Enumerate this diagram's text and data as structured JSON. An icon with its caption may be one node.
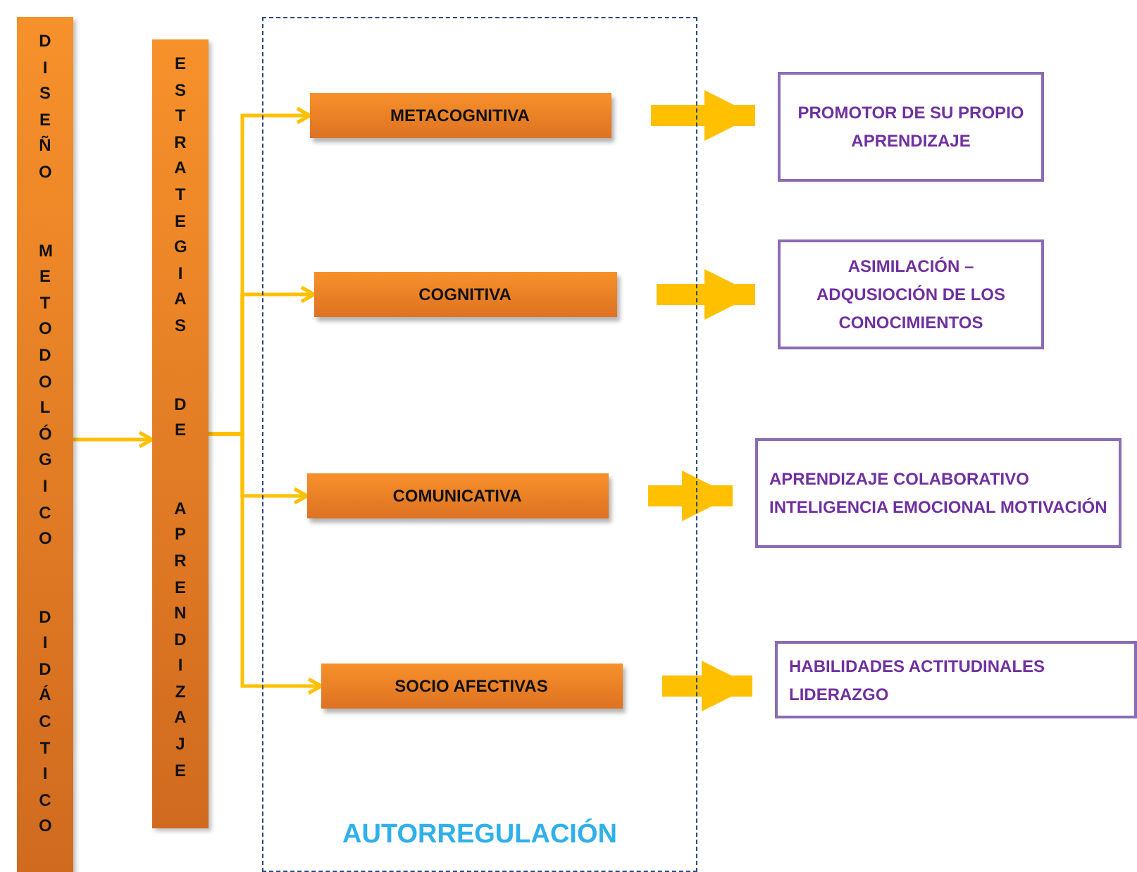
{
  "diagram": {
    "nodes": [
      {
        "text": [
          "DISEÑO METODOLÓGICO DIDÁCTICO"
        ]
      },
      {
        "text": [
          "ESTRATEGIAS DE APRENDIZAJE"
        ]
      },
      {
        "text": [
          "AUTORREGULACIÓN"
        ]
      },
      {
        "text": [
          "METACOGNITIVA"
        ],
        "in": 2
      },
      {
        "text": [
          "COGNITIVA"
        ],
        "in": 2
      },
      {
        "text": [
          "COMUNICATIVA"
        ],
        "in": 2
      },
      {
        "text": [
          "SOCIO AFECTIVAS"
        ],
        "in": 2
      },
      {
        "text": [
          "PROMOTOR DE SU PROPIO APRENDIZAJE"
        ]
      },
      {
        "text": [
          "ASIMILACIÓN – ADQUSIOCIÓN DE LOS CONOCIMIENTOS"
        ]
      },
      {
        "text": [
          "APRENDIZAJE COLABORATIVO INTELIGENCIA EMOCIONAL MOTIVACIÓN"
        ]
      },
      {
        "text": [
          "HABILIDADES ACTITUDINALES LIDERAZGO"
        ]
      }
    ],
    "edges": [
      {
        "from": 0,
        "to": 1,
        "arrow": "to"
      },
      {
        "from": 1,
        "to": 3,
        "arrow": "to"
      },
      {
        "from": 1,
        "to": 4,
        "arrow": "to"
      },
      {
        "from": 1,
        "to": 5,
        "arrow": "to"
      },
      {
        "from": 1,
        "to": 6,
        "arrow": "to"
      },
      {
        "from": 3,
        "to": 7,
        "arrow": "to",
        "style": "thick"
      },
      {
        "from": 4,
        "to": 8,
        "arrow": "to",
        "style": "thick"
      },
      {
        "from": 5,
        "to": 9,
        "arrow": "to",
        "style": "thick"
      },
      {
        "from": 6,
        "to": 10,
        "arrow": "to",
        "style": "thick"
      }
    ]
  }
}
